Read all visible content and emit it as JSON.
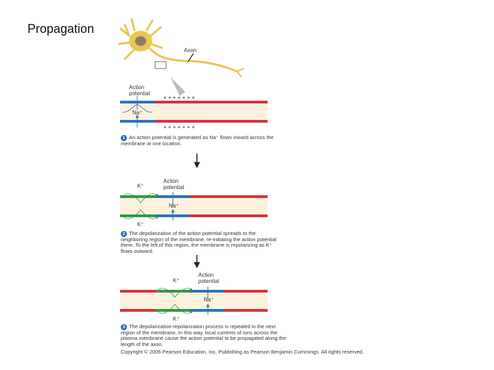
{
  "title": "Propagation",
  "labels": {
    "axon": "Axon",
    "action_potential": "Action potential",
    "na": "Na⁺",
    "k": "K⁺",
    "plus": "+",
    "minus": "–"
  },
  "steps": [
    {
      "number": "1",
      "text": "An action potential is generated as Na⁺ flows inward across the membrane at one location."
    },
    {
      "number": "2",
      "text": "The depolarization of the action potential spreads to the neighboring region of the membrane, re-initiating the action potential there. To the left of this region, the membrane is repolarizing as K⁺ flows outward."
    },
    {
      "number": "3",
      "text": "The depolarization-repolarization process is repeated in the next region of the membrane. In this way, local currents of ions across the plasma membrane cause the action potential to be propagated along the length of the axon."
    }
  ],
  "copyright": "Copyright © 2005 Pearson Education, Inc. Publishing as Pearson Benjamin Cummings. All rights reserved.",
  "colors": {
    "resting": "#d8323a",
    "depolarized": "#2b73b8",
    "repolarizing": "#2e9a48",
    "cytoplasm": "#fbf1dc",
    "neuron": "#e9c650"
  }
}
